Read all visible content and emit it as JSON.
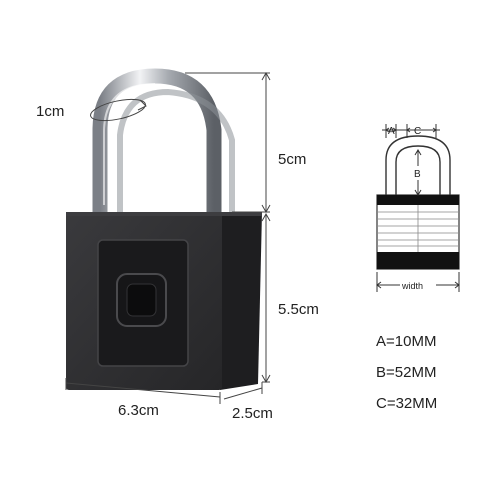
{
  "padlock": {
    "shackle_thickness": "1cm",
    "shackle_height": "5cm",
    "body_height": "5.5cm",
    "body_width": "6.3cm",
    "body_depth": "2.5cm"
  },
  "schematic": {
    "label_a": "A",
    "label_b": "B",
    "label_c": "C",
    "width_label": "width"
  },
  "specs": [
    {
      "text": "A=10MM"
    },
    {
      "text": "B=52MM"
    },
    {
      "text": "C=32MM"
    }
  ],
  "colors": {
    "lock_body": "#2e2e30",
    "lock_side": "#1e1e20",
    "sensor_frame": "#1a1a1c",
    "shackle": "#c9ccd1",
    "dimension_line": "#444444"
  }
}
